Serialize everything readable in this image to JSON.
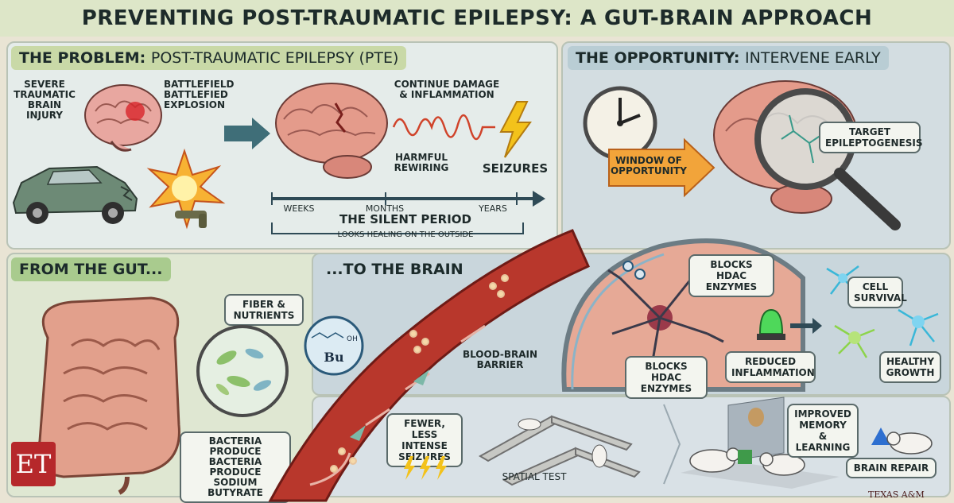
{
  "title": "PREVENTING POST-TRAUMATIC EPILEPSY: A GUT-BRAIN APPROACH",
  "problem": {
    "header_prefix": "THE PROBLEM:",
    "header_text": "POST-TRAUMATIC EPILEPSY (PTE)",
    "severe_tbi": "SEVERE TRAUMATIC BRAIN INJURY",
    "battlefield": "BATTLEFIELD BATTLEFIED EXPLOSION",
    "continue_damage": "CONTINUE DAMAGE & INFLAMMATION",
    "harmful_rewiring": "HARMFUL REWIRING",
    "seizures": "SEIZURES",
    "timeline": [
      "WEEKS",
      "MONTHS",
      "YEARS"
    ],
    "silent_period": "THE SILENT PERIOD",
    "looks_healing": "LOOKS HEALING ON THE OUTSIDE"
  },
  "opportunity": {
    "header_prefix": "THE OPPORTUNITY:",
    "header_text": "INTERVENE EARLY",
    "window": "WINDOW OF OPPORTUNITY",
    "target": "TARGET EPILEPTOGENESIS"
  },
  "gut": {
    "header": "FROM THE GUT...",
    "fiber": "FIBER & NUTRIENTS",
    "bacteria": "BACTERIA PRODUCE BACTERIA PRODUCE SODIUM BUTYRATE",
    "molecule": "Bu",
    "oh": "OH"
  },
  "brain": {
    "header": "...TO THE BRAIN",
    "bbb": "BLOOD-BRAIN BARRIER",
    "blocks_hdac_top": "BLOCKS HDAC ENZYMES",
    "blocks_hdac_bottom": "BLOCKS HDAC ENZYMES",
    "reduced_inflammation": "REDUCED INFLAMMATION",
    "cell_survival": "CELL SURVIVAL",
    "healthy_growth": "HEALTHY GROWTH"
  },
  "results": {
    "fewer_seizures": "FEWER, LESS INTENSE SEIZURES",
    "spatial_test": "SPATIAL TEST",
    "improved_memory": "IMPROVED MEMORY & LEARNING",
    "brain_repair": "BRAIN REPAIR"
  },
  "branding": {
    "et_logo": "ET",
    "texas_am": "TEXAS A&M"
  }
}
